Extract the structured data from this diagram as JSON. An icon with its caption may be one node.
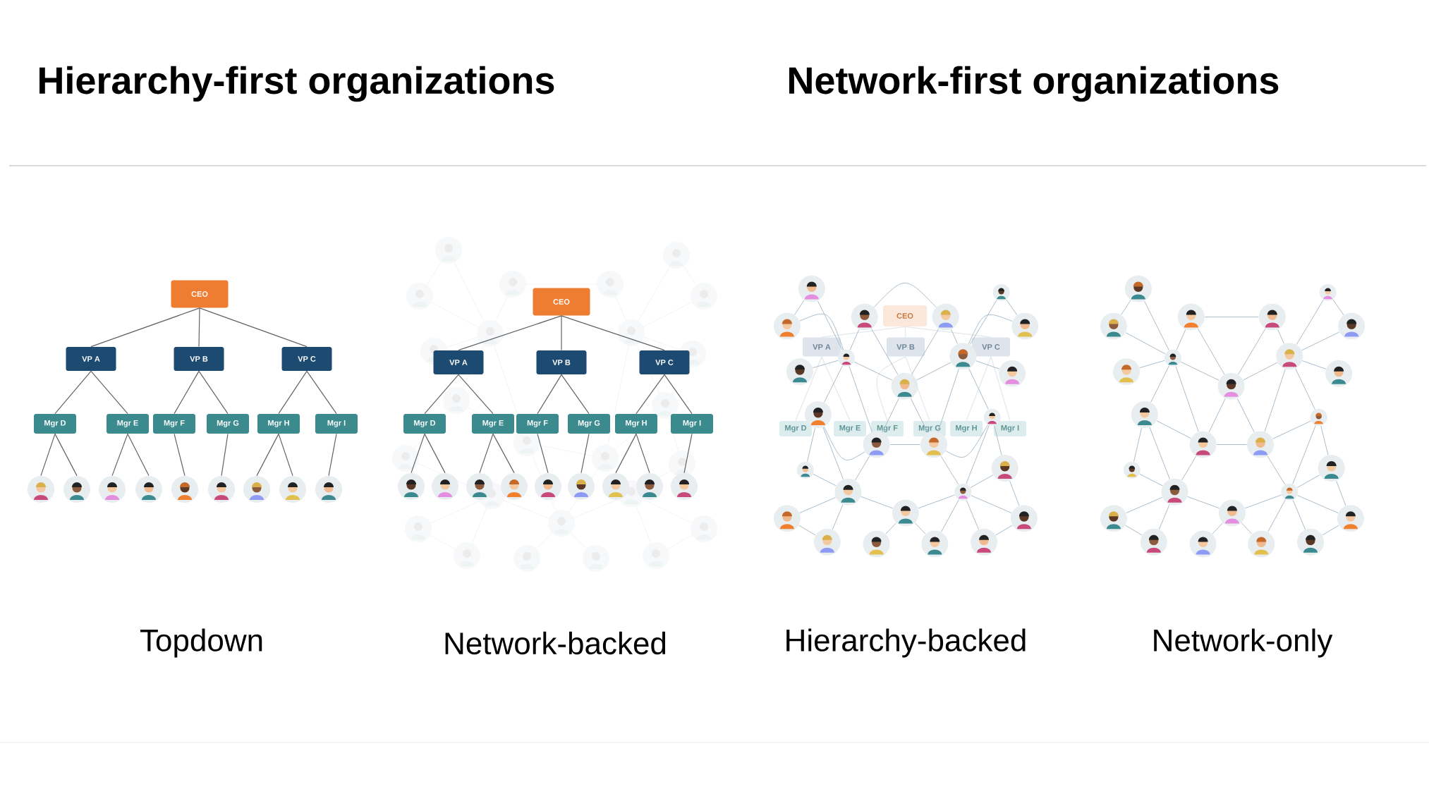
{
  "diagram": {
    "nodes": [
      {
        "text": [
          "CEO"
        ]
      },
      {
        "text": [
          "VP A"
        ]
      },
      {
        "text": [
          "VP B"
        ]
      },
      {
        "text": [
          "VP C"
        ]
      },
      {
        "text": [
          "Mgr D"
        ]
      },
      {
        "text": [
          "Mgr E"
        ]
      },
      {
        "text": [
          "Mgr F"
        ]
      },
      {
        "text": [
          "Mgr G"
        ]
      },
      {
        "text": [
          "Mgr H"
        ]
      },
      {
        "text": [
          "Mgr I"
        ]
      },
      {
        "text": [],
        "shape": "person"
      },
      {
        "text": [],
        "shape": "person"
      },
      {
        "text": [],
        "shape": "person"
      },
      {
        "text": [],
        "shape": "person"
      },
      {
        "text": [],
        "shape": "person"
      },
      {
        "text": [],
        "shape": "person"
      },
      {
        "text": [],
        "shape": "person"
      },
      {
        "text": [],
        "shape": "person"
      },
      {
        "text": [],
        "shape": "person"
      },
      {
        "text": [
          "CEO"
        ]
      },
      {
        "text": [
          "VP A"
        ]
      },
      {
        "text": [
          "VP B"
        ]
      },
      {
        "text": [
          "VP C"
        ]
      },
      {
        "text": [
          "Mgr D"
        ]
      },
      {
        "text": [
          "Mgr E"
        ]
      },
      {
        "text": [
          "Mgr F"
        ]
      },
      {
        "text": [
          "Mgr G"
        ]
      },
      {
        "text": [
          "Mgr H"
        ]
      },
      {
        "text": [
          "Mgr I"
        ]
      },
      {
        "text": [],
        "shape": "person"
      },
      {
        "text": [],
        "shape": "person"
      },
      {
        "text": [],
        "shape": "person"
      },
      {
        "text": [],
        "shape": "person"
      },
      {
        "text": [],
        "shape": "person"
      },
      {
        "text": [],
        "shape": "person"
      },
      {
        "text": [],
        "shape": "person"
      },
      {
        "text": [],
        "shape": "person"
      },
      {
        "text": [],
        "shape": "person"
      },
      {
        "text": [
          "CEO"
        ]
      },
      {
        "text": [
          "VP A"
        ]
      },
      {
        "text": [
          "VP B"
        ]
      },
      {
        "text": [
          "VP C"
        ]
      },
      {
        "text": [
          "Mgr D"
        ]
      },
      {
        "text": [
          "Mgr E"
        ]
      },
      {
        "text": [
          "Mgr F"
        ]
      },
      {
        "text": [
          "Mgr G"
        ]
      },
      {
        "text": [
          "Mgr H"
        ]
      },
      {
        "text": [
          "Mgr I"
        ]
      },
      {
        "text": [],
        "shape": "person"
      },
      {
        "text": [],
        "shape": "person"
      },
      {
        "text": [],
        "shape": "person"
      },
      {
        "text": [],
        "shape": "person"
      },
      {
        "text": [],
        "shape": "person"
      },
      {
        "text": [],
        "shape": "person"
      },
      {
        "text": [],
        "shape": "person"
      },
      {
        "text": [],
        "shape": "person"
      },
      {
        "text": [],
        "shape": "person"
      },
      {
        "text": [],
        "shape": "person"
      },
      {
        "text": [],
        "shape": "person"
      },
      {
        "text": [],
        "shape": "person"
      },
      {
        "text": [],
        "shape": "person"
      },
      {
        "text": [],
        "shape": "person"
      },
      {
        "text": [],
        "shape": "person"
      },
      {
        "text": [],
        "shape": "person"
      },
      {
        "text": [],
        "shape": "person"
      },
      {
        "text": [],
        "shape": "person"
      },
      {
        "text": [],
        "shape": "person"
      },
      {
        "text": [],
        "shape": "person"
      },
      {
        "text": [],
        "shape": "person"
      },
      {
        "text": [],
        "shape": "person"
      },
      {
        "text": [],
        "shape": "person"
      },
      {
        "text": [],
        "shape": "person"
      },
      {
        "text": [],
        "shape": "person"
      },
      {
        "text": [],
        "shape": "person"
      },
      {
        "text": [],
        "shape": "person"
      },
      {
        "text": [],
        "shape": "person"
      },
      {
        "text": [],
        "shape": "person"
      },
      {
        "text": [],
        "shape": "person"
      },
      {
        "text": [],
        "shape": "person"
      },
      {
        "text": [],
        "shape": "person"
      },
      {
        "text": [],
        "shape": "person"
      },
      {
        "text": [],
        "shape": "person"
      },
      {
        "text": [],
        "shape": "person"
      },
      {
        "text": [],
        "shape": "person"
      },
      {
        "text": [],
        "shape": "person"
      },
      {
        "text": [],
        "shape": "person"
      },
      {
        "text": [],
        "shape": "person"
      },
      {
        "text": [],
        "shape": "person"
      },
      {
        "text": [],
        "shape": "person"
      },
      {
        "text": [],
        "shape": "person"
      },
      {
        "text": [],
        "shape": "person"
      },
      {
        "text": [],
        "shape": "person"
      },
      {
        "text": [],
        "shape": "person"
      },
      {
        "text": [],
        "shape": "person"
      },
      {
        "text": [],
        "shape": "person"
      },
      {
        "text": [],
        "shape": "person"
      },
      {
        "text": [],
        "shape": "person"
      },
      {
        "text": [],
        "shape": "person"
      },
      {
        "text": [],
        "shape": "person"
      },
      {
        "text": [],
        "shape": "person"
      }
    ],
    "edges": [
      {
        "from": 0,
        "to": 1,
        "arrow": "none",
        "color": "#5f6368"
      },
      {
        "from": 0,
        "to": 2,
        "arrow": "none",
        "color": "#5f6368"
      },
      {
        "from": 0,
        "to": 3,
        "arrow": "none",
        "color": "#5f6368"
      },
      {
        "from": 1,
        "to": 4,
        "arrow": "none",
        "color": "#5f6368"
      },
      {
        "from": 1,
        "to": 5,
        "arrow": "none",
        "color": "#5f6368"
      },
      {
        "from": 2,
        "to": 6,
        "arrow": "none",
        "color": "#5f6368"
      },
      {
        "from": 2,
        "to": 7,
        "arrow": "none",
        "color": "#5f6368"
      },
      {
        "from": 3,
        "to": 8,
        "arrow": "none",
        "color": "#5f6368"
      },
      {
        "from": 3,
        "to": 9,
        "arrow": "none",
        "color": "#5f6368"
      },
      {
        "from": 4,
        "to": 10,
        "arrow": "none",
        "color": "#5f6368"
      },
      {
        "from": 4,
        "to": 11,
        "arrow": "none",
        "color": "#5f6368"
      },
      {
        "from": 5,
        "to": 12,
        "arrow": "none",
        "color": "#5f6368"
      },
      {
        "from": 5,
        "to": 13,
        "arrow": "none",
        "color": "#5f6368"
      },
      {
        "from": 6,
        "to": 14,
        "arrow": "none",
        "color": "#5f6368"
      },
      {
        "from": 7,
        "to": 15,
        "arrow": "none",
        "color": "#5f6368"
      },
      {
        "from": 8,
        "to": 16,
        "arrow": "none",
        "color": "#5f6368"
      },
      {
        "from": 8,
        "to": 17,
        "arrow": "none",
        "color": "#5f6368"
      },
      {
        "from": 9,
        "to": 18,
        "arrow": "none",
        "color": "#5f6368"
      },
      {
        "from": 19,
        "to": 20,
        "arrow": "none",
        "color": "#5f6368"
      },
      {
        "from": 19,
        "to": 21,
        "arrow": "none",
        "color": "#5f6368"
      },
      {
        "from": 19,
        "to": 22,
        "arrow": "none",
        "color": "#5f6368"
      },
      {
        "from": 20,
        "to": 23,
        "arrow": "none",
        "color": "#5f6368"
      },
      {
        "from": 20,
        "to": 24,
        "arrow": "none",
        "color": "#5f6368"
      },
      {
        "from": 21,
        "to": 25,
        "arrow": "none",
        "color": "#5f6368"
      },
      {
        "from": 21,
        "to": 26,
        "arrow": "none",
        "color": "#5f6368"
      },
      {
        "from": 22,
        "to": 27,
        "arrow": "none",
        "color": "#5f6368"
      },
      {
        "from": 22,
        "to": 28,
        "arrow": "none",
        "color": "#5f6368"
      },
      {
        "from": 23,
        "to": 29,
        "arrow": "none",
        "color": "#5f6368"
      },
      {
        "from": 23,
        "to": 30,
        "arrow": "none",
        "color": "#5f6368"
      },
      {
        "from": 24,
        "to": 31,
        "arrow": "none",
        "color": "#5f6368"
      },
      {
        "from": 24,
        "to": 32,
        "arrow": "none",
        "color": "#5f6368"
      },
      {
        "from": 25,
        "to": 33,
        "arrow": "none",
        "color": "#5f6368"
      },
      {
        "from": 26,
        "to": 34,
        "arrow": "none",
        "color": "#5f6368"
      },
      {
        "from": 27,
        "to": 35,
        "arrow": "none",
        "color": "#5f6368"
      },
      {
        "from": 27,
        "to": 36,
        "arrow": "none",
        "color": "#5f6368"
      },
      {
        "from": 28,
        "to": 37,
        "arrow": "none",
        "color": "#5f6368"
      },
      {
        "from": 38,
        "to": 39,
        "arrow": "none",
        "color": "#e4e7ea"
      },
      {
        "from": 38,
        "to": 40,
        "arrow": "none",
        "color": "#e4e7ea"
      },
      {
        "from": 38,
        "to": 41,
        "arrow": "none",
        "color": "#e4e7ea"
      },
      {
        "from": 39,
        "to": 42,
        "arrow": "none",
        "color": "#e4e7ea"
      },
      {
        "from": 39,
        "to": 43,
        "arrow": "none",
        "color": "#e4e7ea"
      },
      {
        "from": 40,
        "to": 44,
        "arrow": "none",
        "color": "#e4e7ea"
      },
      {
        "from": 40,
        "to": 45,
        "arrow": "none",
        "color": "#e4e7ea"
      },
      {
        "from": 41,
        "to": 46,
        "arrow": "none",
        "color": "#e4e7ea"
      },
      {
        "from": 41,
        "to": 47,
        "arrow": "none",
        "color": "#e4e7ea"
      },
      {
        "from": 48,
        "to": 50,
        "arrow": "none"
      },
      {
        "from": 48,
        "to": 55,
        "arrow": "none"
      },
      {
        "from": 50,
        "to": 55,
        "arrow": "none"
      },
      {
        "from": 54,
        "to": 55,
        "arrow": "none"
      },
      {
        "from": 51,
        "to": 55,
        "arrow": "none"
      },
      {
        "from": 51,
        "to": 58,
        "arrow": "none"
      },
      {
        "from": 51,
        "to": 52,
        "arrow": "none"
      },
      {
        "from": 52,
        "to": 58,
        "arrow": "none"
      },
      {
        "from": 52,
        "to": 56,
        "arrow": "none"
      },
      {
        "from": 49,
        "to": 56,
        "arrow": "none"
      },
      {
        "from": 49,
        "to": 53,
        "arrow": "none"
      },
      {
        "from": 53,
        "to": 56,
        "arrow": "none"
      },
      {
        "from": 56,
        "to": 57,
        "arrow": "none"
      },
      {
        "from": 55,
        "to": 58,
        "arrow": "none"
      },
      {
        "from": 56,
        "to": 58,
        "arrow": "none"
      },
      {
        "from": 55,
        "to": 59,
        "arrow": "none"
      },
      {
        "from": 55,
        "to": 61,
        "arrow": "none"
      },
      {
        "from": 59,
        "to": 61,
        "arrow": "none"
      },
      {
        "from": 58,
        "to": 61,
        "arrow": "none"
      },
      {
        "from": 58,
        "to": 62,
        "arrow": "none"
      },
      {
        "from": 56,
        "to": 62,
        "arrow": "none"
      },
      {
        "from": 56,
        "to": 60,
        "arrow": "none"
      },
      {
        "from": 60,
        "to": 62,
        "arrow": "none"
      },
      {
        "from": 61,
        "to": 62,
        "arrow": "none"
      },
      {
        "from": 59,
        "to": 63,
        "arrow": "none"
      },
      {
        "from": 59,
        "to": 65,
        "arrow": "none"
      },
      {
        "from": 61,
        "to": 65,
        "arrow": "none"
      },
      {
        "from": 62,
        "to": 66,
        "arrow": "none"
      },
      {
        "from": 60,
        "to": 66,
        "arrow": "none"
      },
      {
        "from": 60,
        "to": 64,
        "arrow": "none"
      },
      {
        "from": 64,
        "to": 66,
        "arrow": "none"
      },
      {
        "from": 63,
        "to": 65,
        "arrow": "none"
      },
      {
        "from": 65,
        "to": 68,
        "arrow": "none"
      },
      {
        "from": 65,
        "to": 70,
        "arrow": "none"
      },
      {
        "from": 65,
        "to": 67,
        "arrow": "none"
      },
      {
        "from": 67,
        "to": 71,
        "arrow": "none"
      },
      {
        "from": 67,
        "to": 72,
        "arrow": "none"
      },
      {
        "from": 66,
        "to": 67,
        "arrow": "none"
      },
      {
        "from": 66,
        "to": 72,
        "arrow": "none"
      },
      {
        "from": 66,
        "to": 73,
        "arrow": "none"
      },
      {
        "from": 66,
        "to": 69,
        "arrow": "none"
      },
      {
        "from": 64,
        "to": 69,
        "arrow": "none"
      },
      {
        "from": 68,
        "to": 70,
        "arrow": "none"
      },
      {
        "from": 69,
        "to": 73,
        "arrow": "none"
      },
      {
        "from": 74,
        "to": 76,
        "arrow": "none"
      },
      {
        "from": 74,
        "to": 81,
        "arrow": "none"
      },
      {
        "from": 76,
        "to": 81,
        "arrow": "none"
      },
      {
        "from": 80,
        "to": 81,
        "arrow": "none"
      },
      {
        "from": 77,
        "to": 81,
        "arrow": "none"
      },
      {
        "from": 77,
        "to": 84,
        "arrow": "none"
      },
      {
        "from": 77,
        "to": 78,
        "arrow": "none"
      },
      {
        "from": 78,
        "to": 84,
        "arrow": "none"
      },
      {
        "from": 78,
        "to": 82,
        "arrow": "none"
      },
      {
        "from": 75,
        "to": 82,
        "arrow": "none"
      },
      {
        "from": 75,
        "to": 79,
        "arrow": "none"
      },
      {
        "from": 79,
        "to": 82,
        "arrow": "none"
      },
      {
        "from": 82,
        "to": 83,
        "arrow": "none"
      },
      {
        "from": 81,
        "to": 84,
        "arrow": "none"
      },
      {
        "from": 82,
        "to": 84,
        "arrow": "none"
      },
      {
        "from": 81,
        "to": 85,
        "arrow": "none"
      },
      {
        "from": 81,
        "to": 87,
        "arrow": "none"
      },
      {
        "from": 85,
        "to": 87,
        "arrow": "none"
      },
      {
        "from": 84,
        "to": 87,
        "arrow": "none"
      },
      {
        "from": 84,
        "to": 88,
        "arrow": "none"
      },
      {
        "from": 82,
        "to": 88,
        "arrow": "none"
      },
      {
        "from": 82,
        "to": 86,
        "arrow": "none"
      },
      {
        "from": 86,
        "to": 88,
        "arrow": "none"
      },
      {
        "from": 87,
        "to": 88,
        "arrow": "none"
      },
      {
        "from": 85,
        "to": 89,
        "arrow": "none"
      },
      {
        "from": 85,
        "to": 91,
        "arrow": "none"
      },
      {
        "from": 87,
        "to": 91,
        "arrow": "none"
      },
      {
        "from": 88,
        "to": 92,
        "arrow": "none"
      },
      {
        "from": 86,
        "to": 92,
        "arrow": "none"
      },
      {
        "from": 86,
        "to": 90,
        "arrow": "none"
      },
      {
        "from": 90,
        "to": 92,
        "arrow": "none"
      },
      {
        "from": 89,
        "to": 91,
        "arrow": "none"
      },
      {
        "from": 91,
        "to": 94,
        "arrow": "none"
      },
      {
        "from": 91,
        "to": 96,
        "arrow": "none"
      },
      {
        "from": 91,
        "to": 93,
        "arrow": "none"
      },
      {
        "from": 93,
        "to": 97,
        "arrow": "none"
      },
      {
        "from": 93,
        "to": 98,
        "arrow": "none"
      },
      {
        "from": 92,
        "to": 93,
        "arrow": "none"
      },
      {
        "from": 92,
        "to": 98,
        "arrow": "none"
      },
      {
        "from": 92,
        "to": 99,
        "arrow": "none"
      },
      {
        "from": 92,
        "to": 95,
        "arrow": "none"
      },
      {
        "from": 90,
        "to": 95,
        "arrow": "none"
      },
      {
        "from": 94,
        "to": 96,
        "arrow": "none"
      },
      {
        "from": 95,
        "to": 99,
        "arrow": "none"
      }
    ],
    "labels": [
      "Hierarchy-first organizations",
      "Network-first organizations",
      "Topdown",
      "Network-backed",
      "Hierarchy-backed",
      "Network-only"
    ]
  }
}
